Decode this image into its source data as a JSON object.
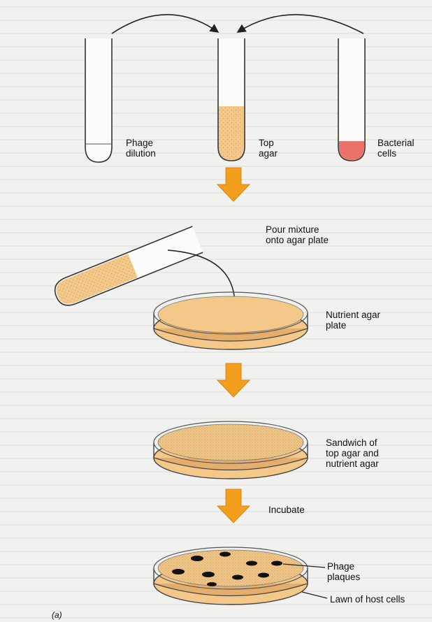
{
  "labels": {
    "phage_dilution": [
      "Phage",
      "dilution"
    ],
    "top_agar": [
      "Top",
      "agar"
    ],
    "bacterial_cells": [
      "Bacterial",
      "cells"
    ],
    "pour_mixture": [
      "Pour mixture",
      "onto agar plate"
    ],
    "nutrient_agar_plate": [
      "Nutrient agar",
      "plate"
    ],
    "sandwich": [
      "Sandwich of",
      "top agar and",
      "nutrient agar"
    ],
    "incubate": "Incubate",
    "phage_plaques": [
      "Phage",
      "plaques"
    ],
    "lawn": "Lawn of host cells",
    "panel": "(a)"
  },
  "colors": {
    "agar": "#f3c888",
    "agar_dark": "#e6ae6c",
    "bacteria": "#e9736a",
    "arrow": "#f29f1e",
    "plaque": "#111111"
  }
}
